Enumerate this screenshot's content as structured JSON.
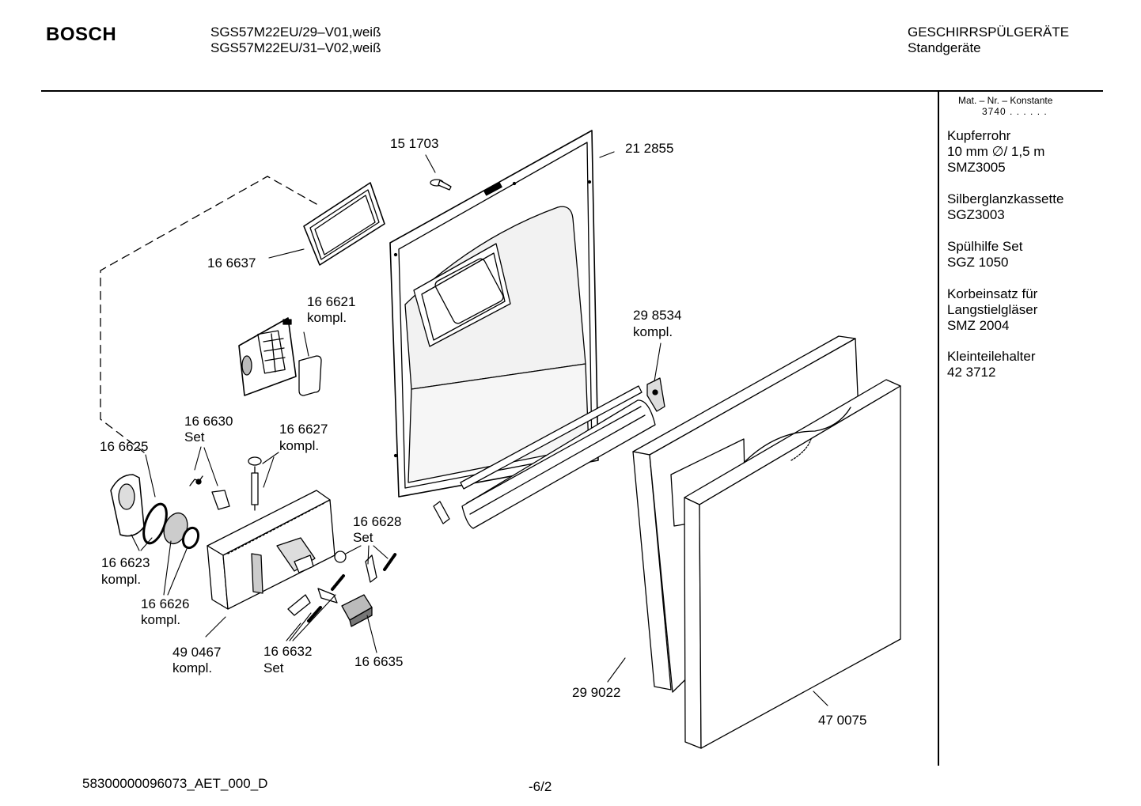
{
  "header": {
    "brand": "BOSCH",
    "models": [
      "SGS57M22EU/29–V01,weiß",
      "SGS57M22EU/31–V02,weiß"
    ],
    "category": "GESCHIRRSPÜLGERÄTE",
    "subcategory": "Standgeräte"
  },
  "sidebar": {
    "mat_title": "Mat. – Nr. – Konstante",
    "mat_code": "3740 . . . . . .",
    "accessories": [
      {
        "lines": [
          "Kupferrohr",
          "10 mm ∅/ 1,5 m",
          "SMZ3005"
        ]
      },
      {
        "lines": [
          "Silberglanzkassette",
          "SGZ3003"
        ]
      },
      {
        "lines": [
          "Spülhilfe Set",
          "SGZ 1050"
        ]
      },
      {
        "lines": [
          "Korbeinsatz für",
          "Langstielgläser",
          "SMZ 2004"
        ]
      },
      {
        "lines": [
          "Kleinteilehalter",
          "42 3712"
        ]
      }
    ]
  },
  "parts": {
    "p151703": "15 1703",
    "p212855": "21 2855",
    "p166637": "16 6637",
    "p166621": "16 6621",
    "p166621_sub": "kompl.",
    "p298534": "29 8534",
    "p298534_sub": "kompl.",
    "p166630": "16 6630",
    "p166630_sub": "Set",
    "p166627": "16 6627",
    "p166627_sub": "kompl.",
    "p166625": "16 6625",
    "p166628": "16 6628",
    "p166628_sub": "Set",
    "p166623": "16 6623",
    "p166623_sub": "kompl.",
    "p166626": "16 6626",
    "p166626_sub": "kompl.",
    "p490467": "49 0467",
    "p490467_sub": "kompl.",
    "p166632": "16 6632",
    "p166632_sub": "Set",
    "p166635": "16 6635",
    "p299022": "29 9022",
    "p470075": "47 0075"
  },
  "footer": {
    "doc_id": "58300000096073_AET_000_D",
    "page": "-6/2"
  }
}
